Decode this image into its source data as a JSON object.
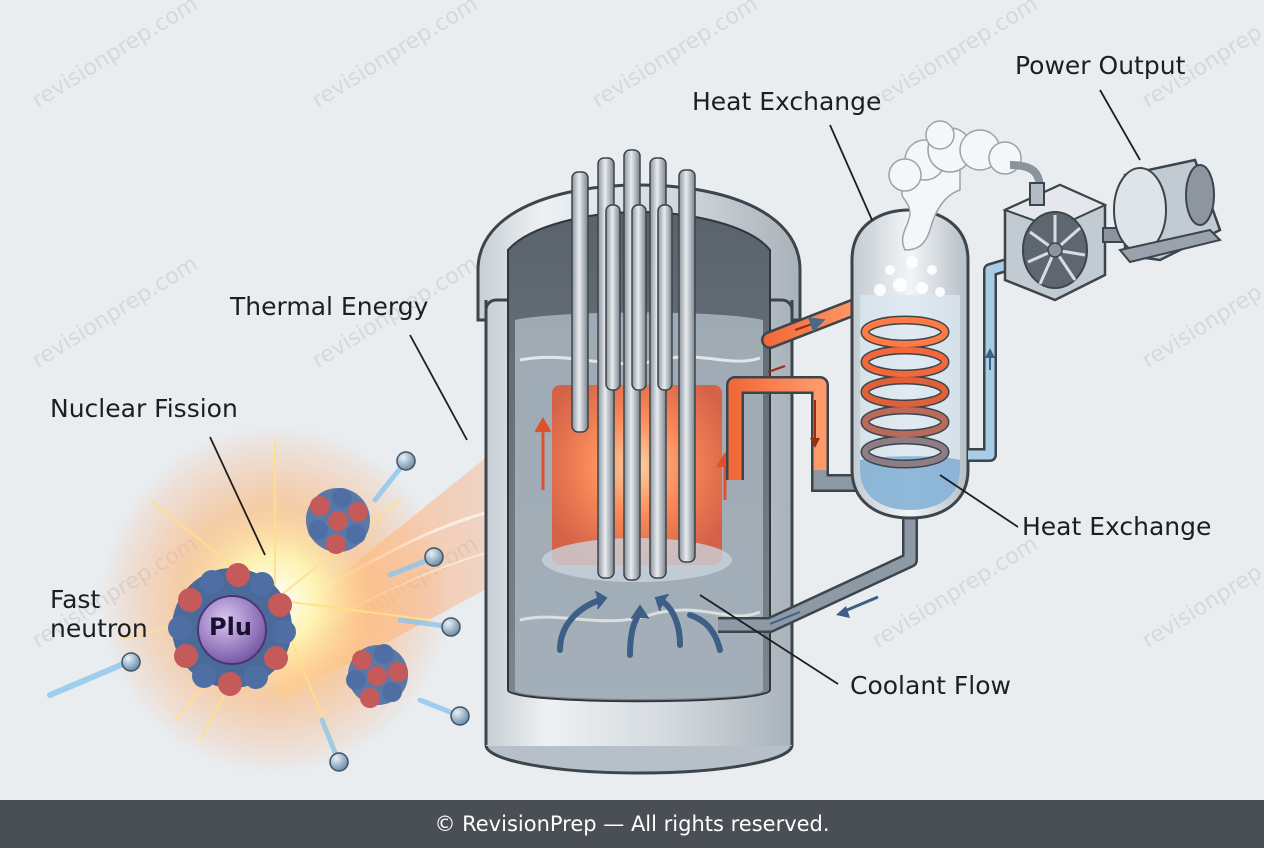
{
  "labels": {
    "power_output": "Power Output",
    "heat_exchange_top": "Heat Exchange",
    "thermal_energy": "Thermal Energy",
    "nuclear_fission": "Nuclear Fission",
    "fast_neutron_line1": "Fast",
    "fast_neutron_line2": "neutron",
    "heat_exchange_right": "Heat Exchange",
    "coolant_flow": "Coolant Flow",
    "nucleus_symbol": "Plu"
  },
  "watermark": "revisionprep.com",
  "footer": "© RevisionPrep — All rights reserved.",
  "colors": {
    "background": "#e9edf0",
    "footer_bg": "#4a4f55",
    "hot": "#e8502a",
    "cool": "#8fb8d8",
    "steel": "#9aa3ab"
  }
}
